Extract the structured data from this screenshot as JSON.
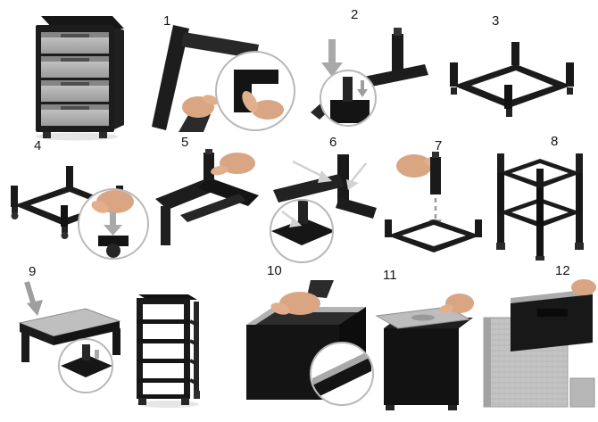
{
  "sheet": {
    "kind": "assembly-instruction-sheet",
    "depicts": "4-drawer rolling storage tower assembly",
    "palette": {
      "frame_black": "#1b1b1b",
      "drawer_gray": "#b8b8b8",
      "arrow_gray": "#9e9e9e",
      "hand_skin": "#d9a583",
      "background": "#ffffff"
    },
    "icons": [
      "down-arrow-icon",
      "hand-icon",
      "zoom-detail-circle",
      "insert-arrow-icon"
    ]
  },
  "steps": [
    {
      "number": "1"
    },
    {
      "number": "2"
    },
    {
      "number": "3"
    },
    {
      "number": "4"
    },
    {
      "number": "5"
    },
    {
      "number": "6"
    },
    {
      "number": "7"
    },
    {
      "number": "8"
    },
    {
      "number": "9"
    },
    {
      "number": "10"
    },
    {
      "number": "11"
    },
    {
      "number": "12"
    }
  ]
}
